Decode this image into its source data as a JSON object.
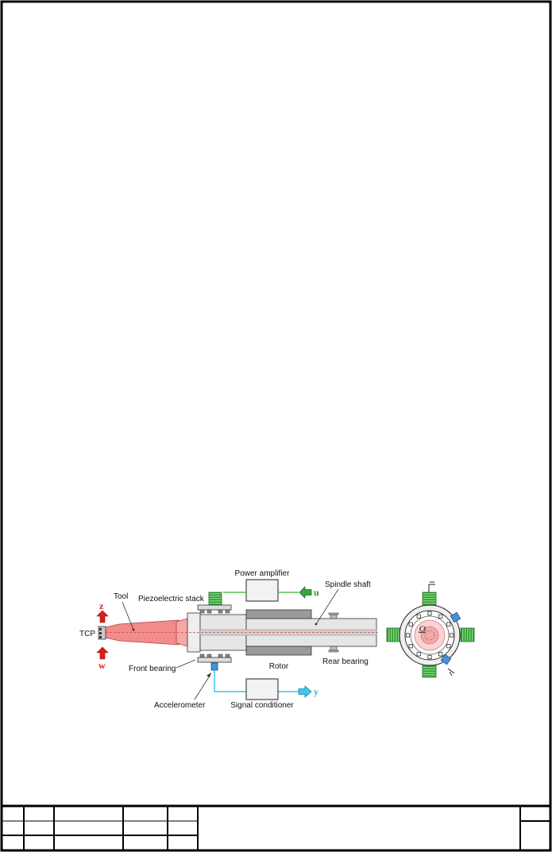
{
  "diagram": {
    "labels": {
      "power_amplifier": "Power amplifier",
      "spindle_shaft": "Spindle shaft",
      "tool": "Tool",
      "piezoelectric_stack": "Piezoelectric stack",
      "tcp": "TCP",
      "front_bearing": "Front bearing",
      "rotor": "Rotor",
      "rear_bearing": "Rear bearing",
      "accelerometer": "Accelerometer",
      "signal_conditioner": "Signal conditioner"
    },
    "signals": {
      "u": "u",
      "y": "y",
      "z": "z",
      "w": "w",
      "omega": "Ω"
    },
    "colors": {
      "tool": "#f08c8c",
      "tool_light": "#fbd3d3",
      "spindle": "#e6e6e6",
      "rotor": "#9a9a9a",
      "coil": "#3aa33a",
      "control_line": "#32b432",
      "measure_line": "#1fb3e6",
      "accelerometer": "#4a90d9",
      "disturbance": "#e01b1b"
    }
  }
}
